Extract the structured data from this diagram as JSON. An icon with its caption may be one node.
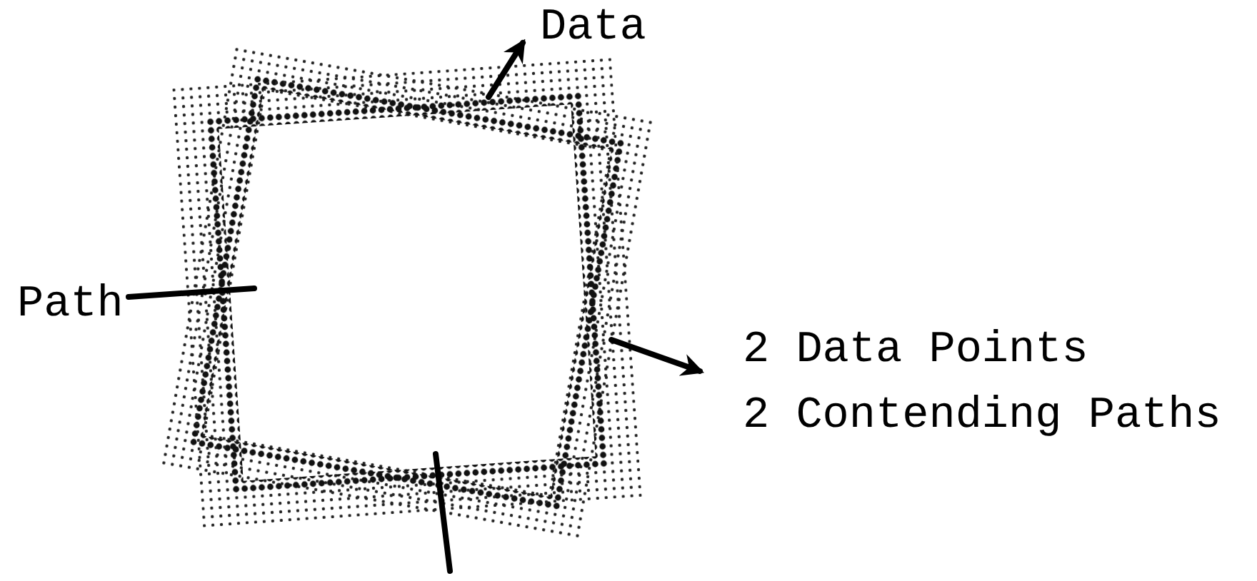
{
  "diagram": {
    "nodes": [
      {
        "text": [],
        "shape": "picture"
      },
      {
        "text": [
          "Data"
        ]
      },
      {
        "text": [
          "Path"
        ]
      },
      {
        "text": [
          "2 Data Points",
          "2 Contending Paths"
        ]
      }
    ],
    "edges": [
      {
        "from": 0,
        "to": 1,
        "arrow": "to"
      },
      {
        "from": 2,
        "to": 0,
        "arrow": "none"
      },
      {
        "from": 0,
        "to": 3,
        "arrow": "to"
      },
      {
        "from": 0,
        "to": null,
        "arrow": "none"
      }
    ]
  }
}
